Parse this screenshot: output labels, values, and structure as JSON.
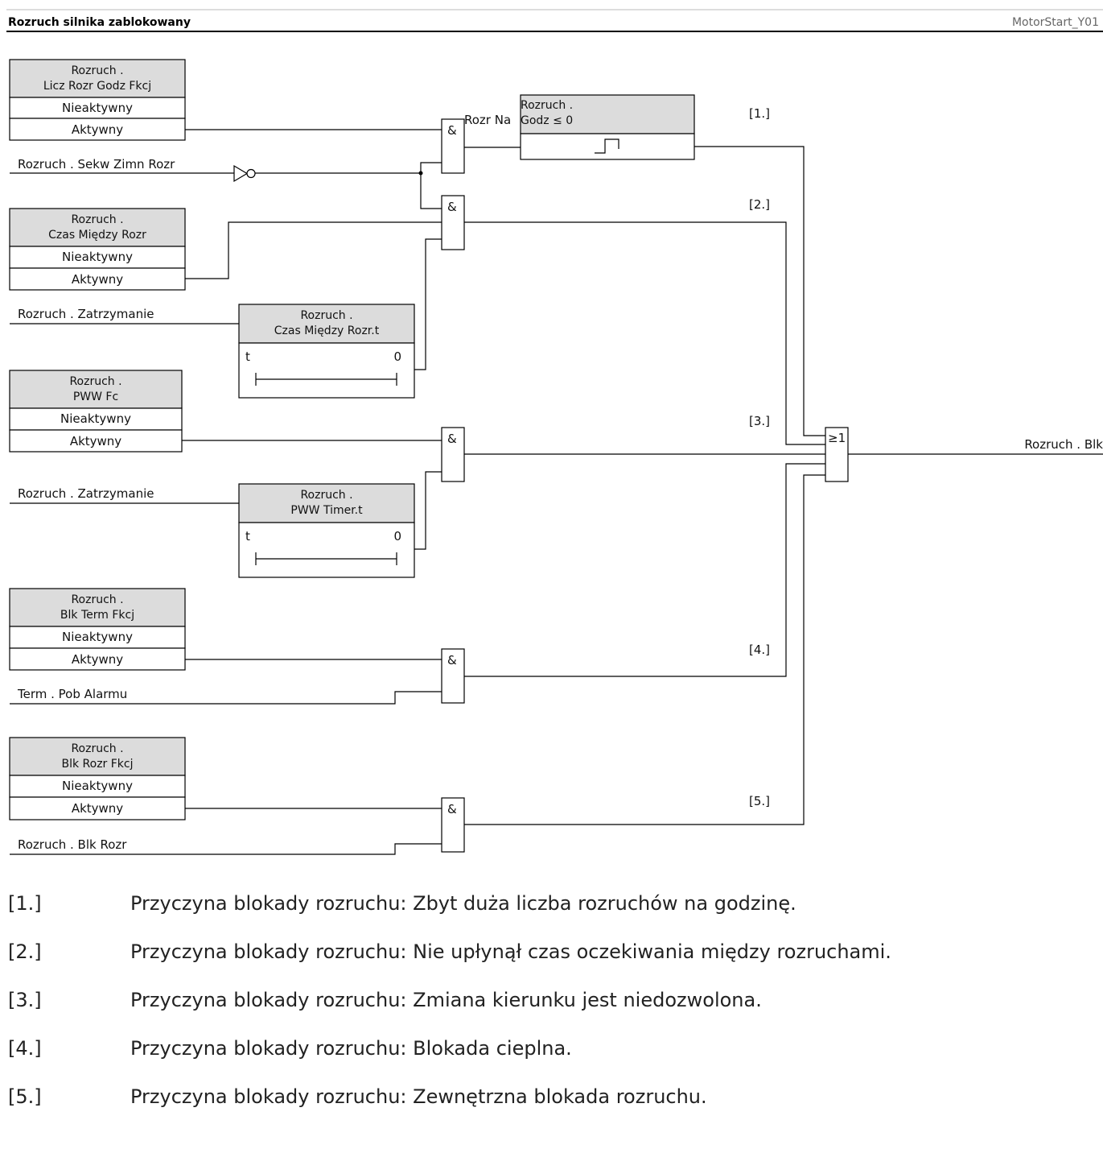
{
  "header": {
    "title": "Rozruch silnika zablokowany",
    "figure_id": "MotorStart_Y01"
  },
  "settings": {
    "starts_per_hour": {
      "line1": "Rozruch .",
      "line2": "Licz Rozr Godz Fkcj",
      "opt1": "Nieaktywny",
      "opt2": "Aktywny"
    },
    "time_between_starts": {
      "line1": "Rozruch .",
      "line2": "Czas Między Rozr",
      "opt1": "Nieaktywny",
      "opt2": "Aktywny"
    },
    "pww": {
      "line1": "Rozruch .",
      "line2": "PWW Fc",
      "opt1": "Nieaktywny",
      "opt2": "Aktywny"
    },
    "blk_term": {
      "line1": "Rozruch .",
      "line2": "Blk Term Fkcj",
      "opt1": "Nieaktywny",
      "opt2": "Aktywny"
    },
    "blk_start": {
      "line1": "Rozruch .",
      "line2": "Blk Rozr Fkcj",
      "opt1": "Nieaktywny",
      "opt2": "Aktywny"
    }
  },
  "signals": {
    "cold_start_seq": "Rozruch . Sekw Zimn Rozr",
    "stop_1": "Rozruch . Zatrzymanie",
    "stop_2": "Rozruch . Zatrzymanie",
    "therm_alarm": "Term . Pob Alarmu",
    "ext_block": "Rozruch . Blk Rozr",
    "output": "Rozruch . Blk"
  },
  "blocks": {
    "comparator": {
      "line1": "Rozruch .",
      "line2": "Godz ≤ 0",
      "input_label": "Rozr Na"
    },
    "timer_between": {
      "line1": "Rozruch .",
      "line2": "Czas Między Rozr.t",
      "t": "t",
      "zero": "0"
    },
    "timer_pww": {
      "line1": "Rozruch .",
      "line2": "PWW Timer.t",
      "t": "t",
      "zero": "0"
    }
  },
  "gates": {
    "and": "&",
    "or": "≥1"
  },
  "refs": [
    "[1.]",
    "[2.]",
    "[3.]",
    "[4.]",
    "[5.]"
  ],
  "legend": [
    {
      "ref": "[1.]",
      "text": "Przyczyna blokady rozruchu: Zbyt duża liczba rozruchów na godzinę."
    },
    {
      "ref": "[2.]",
      "text": "Przyczyna blokady rozruchu: Nie upłynął czas oczekiwania między rozruchami."
    },
    {
      "ref": "[3.]",
      "text": "Przyczyna blokady rozruchu: Zmiana kierunku jest niedozwolona."
    },
    {
      "ref": "[4.]",
      "text": "Przyczyna blokady rozruchu: Blokada cieplna."
    },
    {
      "ref": "[5.]",
      "text": "Przyczyna blokady rozruchu: Zewnętrzna blokada rozruchu."
    }
  ]
}
